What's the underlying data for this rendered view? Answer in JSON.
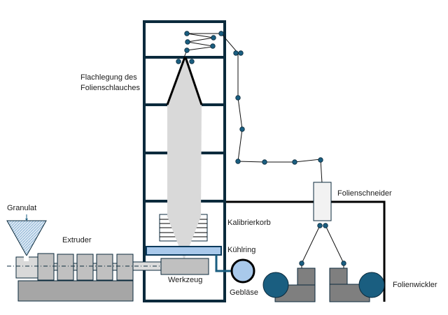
{
  "labels": {
    "flattening_line1": "Flachlegung des",
    "flattening_line2": "Folienschlauches",
    "calibration_cage": "Kalibrierkorb",
    "cooling_ring": "Kühlring",
    "blower": "Gebläse",
    "die": "Werkzeug",
    "extruder": "Extruder",
    "granulate": "Granulat",
    "film_cutter": "Folienschneider",
    "film_winder": "Folienwickler"
  },
  "colors": {
    "frame": "#0b2a3c",
    "roller": "#1a5e80",
    "bubble": "#d9d9d9",
    "cooling_ring": "#a9c9eb",
    "machine_gray": "#c0c0c0",
    "base_gray": "#a6a6a6",
    "winder_gray": "#7f7f7f"
  }
}
